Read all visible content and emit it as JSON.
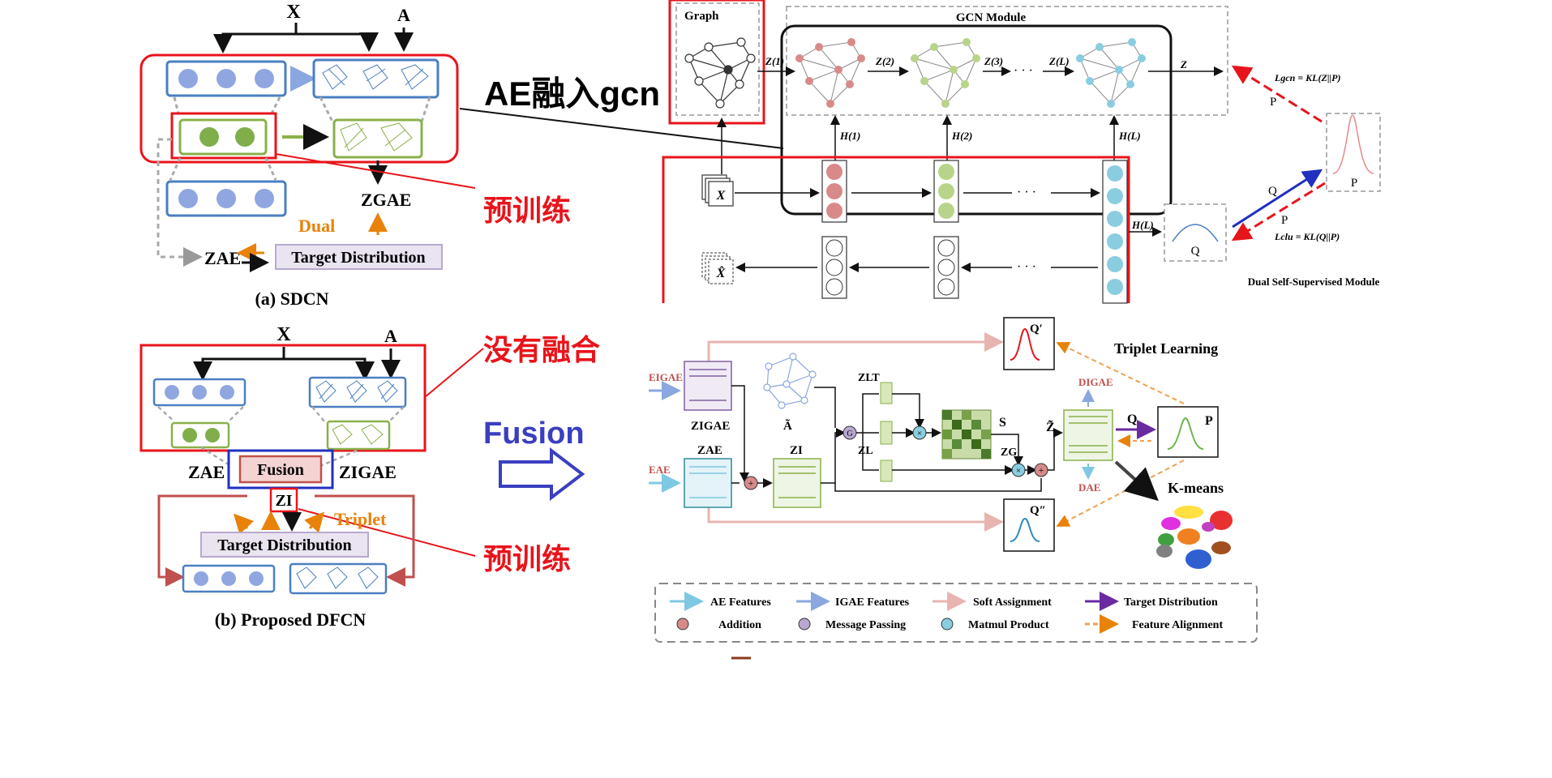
{
  "sdcn": {
    "x_label": "X",
    "a_label": "A",
    "z_gae_label": "ZGAE",
    "z_ae_label": "ZAE",
    "dual_label": "Dual",
    "target_label": "Target Distribution",
    "caption": "(a) SDCN"
  },
  "dfcn": {
    "x_label": "X",
    "a_label": "A",
    "z_ae_label": "ZAE",
    "z_igae_label": "ZIGAE",
    "fusion_label": "Fusion",
    "zi_label": "ZI",
    "triplet_label": "Triplet",
    "target_label": "Target Distribution",
    "caption": "(b) Proposed DFCN"
  },
  "annotations": {
    "ae_into_gcn": "AE融入gcn",
    "pretrain_1": "预训练",
    "no_fusion": "没有融合",
    "fusion_arrow": "Fusion",
    "pretrain_2": "预训练"
  },
  "sdcn_full": {
    "graph_label": "Graph",
    "gcn_module_label": "GCN Module",
    "z1": "Z(1)",
    "z2": "Z(2)",
    "z3": "Z(3)",
    "zl": "Z(L)",
    "z": "Z",
    "h1": "H(1)",
    "h2": "H(2)",
    "hl": "H(L)",
    "hl_out": "H(L)",
    "x_input": "X",
    "x_hat": "X̂",
    "dots": "· · ·",
    "l_gcn": "Lgcn = KL(Z||P)",
    "l_clu": "Lclu = KL(Q||P)",
    "p_label": "P",
    "q_label": "Q",
    "p_box": "P",
    "q_box": "Q",
    "dual_module": "Dual Self-Supervised Module"
  },
  "dfcn_full": {
    "e_igae": "EIGAE",
    "e_ae": "EAE",
    "z_igae": "ZIGAE",
    "z_ae": "ZAE",
    "a_tilde": "Ã",
    "z_i": "ZI",
    "z_l_t": "ZLT",
    "z_l": "ZL",
    "s_label": "S",
    "z_g": "ZG",
    "z_tilde": "Z̃",
    "d_igae": "DIGAE",
    "d_ae": "DAE",
    "q_label": "Q",
    "p_label": "P",
    "q_prime": "Q′",
    "q_dprime": "Q″",
    "triplet_learning": "Triplet Learning",
    "kmeans": "K-means",
    "dots": "⋮"
  },
  "legend": [
    {
      "label": "AE Features",
      "color": "#7ec8e3"
    },
    {
      "label": "IGAE Features",
      "color": "#8aa7e0"
    },
    {
      "label": "Soft Assignment",
      "color": "#e8b4b0"
    },
    {
      "label": "Target Distribution",
      "color": "#6a2aa0"
    },
    {
      "label": "Addition",
      "color": "#c0504d"
    },
    {
      "label": "Message Passing",
      "color": "#8060a0"
    },
    {
      "label": "Matmul Product",
      "color": "#2e8b9a"
    },
    {
      "label": "Feature Alignment",
      "color": "#f0a050"
    }
  ],
  "colors": {
    "red": "#e8141b",
    "blue": "#3a3fc0",
    "orange": "#e8820a",
    "ae_blue": "#4a7fc1",
    "ae_node": "#8fa6e0",
    "gae_green": "#8ab04a",
    "gae_node": "#7fae4a",
    "dfcn_red": "#c0504d"
  }
}
